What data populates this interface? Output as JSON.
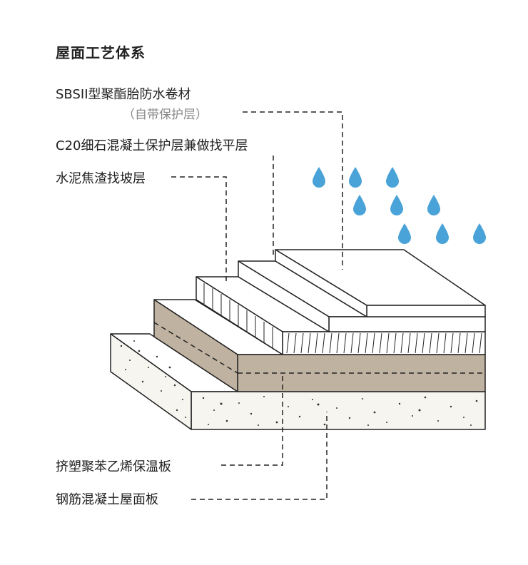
{
  "title": "屋面工艺体系",
  "layers": {
    "membrane": {
      "label": "SBSII型聚酯胎防水卷材",
      "sublabel": "（自带保护层）"
    },
    "c20": {
      "label": "C20细石混凝土保护层兼做找平层"
    },
    "slope": {
      "label": "水泥焦渣找坡层"
    },
    "insulation": {
      "label": "挤塑聚苯乙烯保温板"
    },
    "slab": {
      "label": "钢筋混凝土屋面板"
    }
  },
  "colors": {
    "water": "#4aa3d8",
    "insulation": "#bfb2a0",
    "outline": "#222222"
  },
  "icons": [
    "water-drop-icon"
  ]
}
